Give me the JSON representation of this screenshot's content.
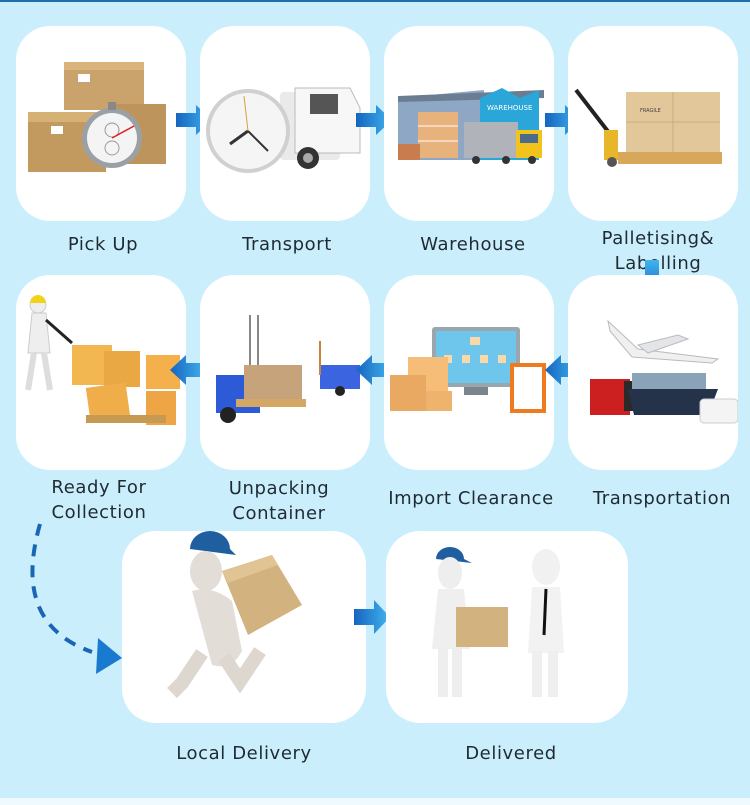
{
  "title": "Logistics process flow",
  "colors": {
    "background": "#cbeefc",
    "card": "#ffffff",
    "arrow_dark": "#1565c0",
    "arrow_light": "#42b4ef",
    "text": "#1f2a33"
  },
  "steps": [
    {
      "label": "Pick Up",
      "illustration": "boxes-stopwatch"
    },
    {
      "label": "Transport",
      "illustration": "clock-truck"
    },
    {
      "label": "Warehouse",
      "illustration": "warehouse-building"
    },
    {
      "label_line1": "Palletising&",
      "label_line2": "Labelling",
      "illustration": "pallet-jack-boxes"
    },
    {
      "label": "Transportation",
      "illustration": "plane-truck-ship-van"
    },
    {
      "label": "Import Clearance",
      "illustration": "computer-documents"
    },
    {
      "label_line1": "Unpacking",
      "label_line2": "Container",
      "illustration": "forklifts"
    },
    {
      "label_line1": "Ready For",
      "label_line2": "Collection",
      "illustration": "worker-pallet-boxes"
    },
    {
      "label": "Local Delivery",
      "illustration": "courier-running-box"
    },
    {
      "label": "Delivered",
      "illustration": "handover-box"
    }
  ],
  "warehouse_sign": "WAREHOUSE",
  "box_mark": "FRAGILE"
}
